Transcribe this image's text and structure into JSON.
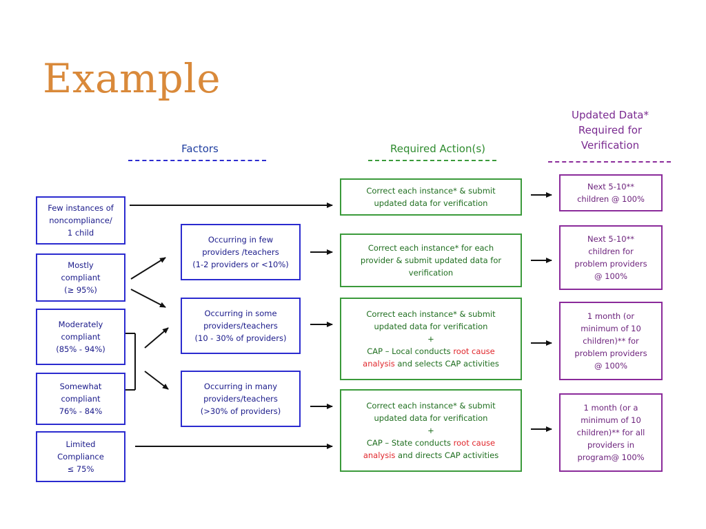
{
  "title": "Example",
  "headers": {
    "factors": "Factors",
    "actions": "Required Action(s)",
    "verification": [
      "Updated Data*",
      "Required for",
      "Verification"
    ]
  },
  "factors": [
    [
      "Few instances of",
      "noncompliance/",
      "1 child"
    ],
    [
      "Mostly",
      "compliant",
      "(≥ 95%)"
    ],
    [
      "Moderately",
      "compliant",
      "(85% - 94%)"
    ],
    [
      "Somewhat",
      "compliant",
      "76% - 84%"
    ],
    [
      "Limited",
      "Compliance",
      "≤ 75%"
    ]
  ],
  "occurrences": [
    [
      "Occurring in few",
      "providers /teachers",
      "(1-2 providers or <10%)"
    ],
    [
      "Occurring in some",
      "providers/teachers",
      "(10 - 30% of providers)"
    ],
    [
      "Occurring in many",
      "providers/teachers",
      "(>30% of providers)"
    ]
  ],
  "actions": {
    "a1": [
      "Correct each instance* & submit",
      "updated data for verification"
    ],
    "a2": [
      "Correct each instance* for each",
      "provider & submit updated data for",
      "verification"
    ],
    "a3": {
      "line1": "Correct each instance* & submit",
      "line2": "updated data for verification",
      "plus": "+",
      "cap_pre": "CAP – Local conducts",
      "root": "root cause",
      "analysis": "analysis",
      "cap_post": "and selects CAP activities"
    },
    "a4": {
      "line1": "Correct each instance* & submit",
      "line2": "updated data for verification",
      "plus": "+",
      "cap_pre": "CAP – State conducts",
      "root": "root cause",
      "analysis": "analysis",
      "cap_post": "and directs CAP activities"
    }
  },
  "verification": [
    [
      "Next 5-10**",
      "children @ 100%"
    ],
    [
      "Next 5-10**",
      "children for",
      "problem providers",
      "@ 100%"
    ],
    [
      "1 month (or",
      "minimum of 10",
      "children)** for",
      "problem providers",
      "@ 100%"
    ],
    [
      "1 month (or a",
      "minimum of 10",
      "children)** for all",
      "providers in",
      "program@ 100%"
    ]
  ],
  "colors": {
    "title": "#d9893a",
    "blue": "#2a2acf",
    "green": "#3a9a3a",
    "purple": "#8a2a9a",
    "red": "#e0262b"
  }
}
